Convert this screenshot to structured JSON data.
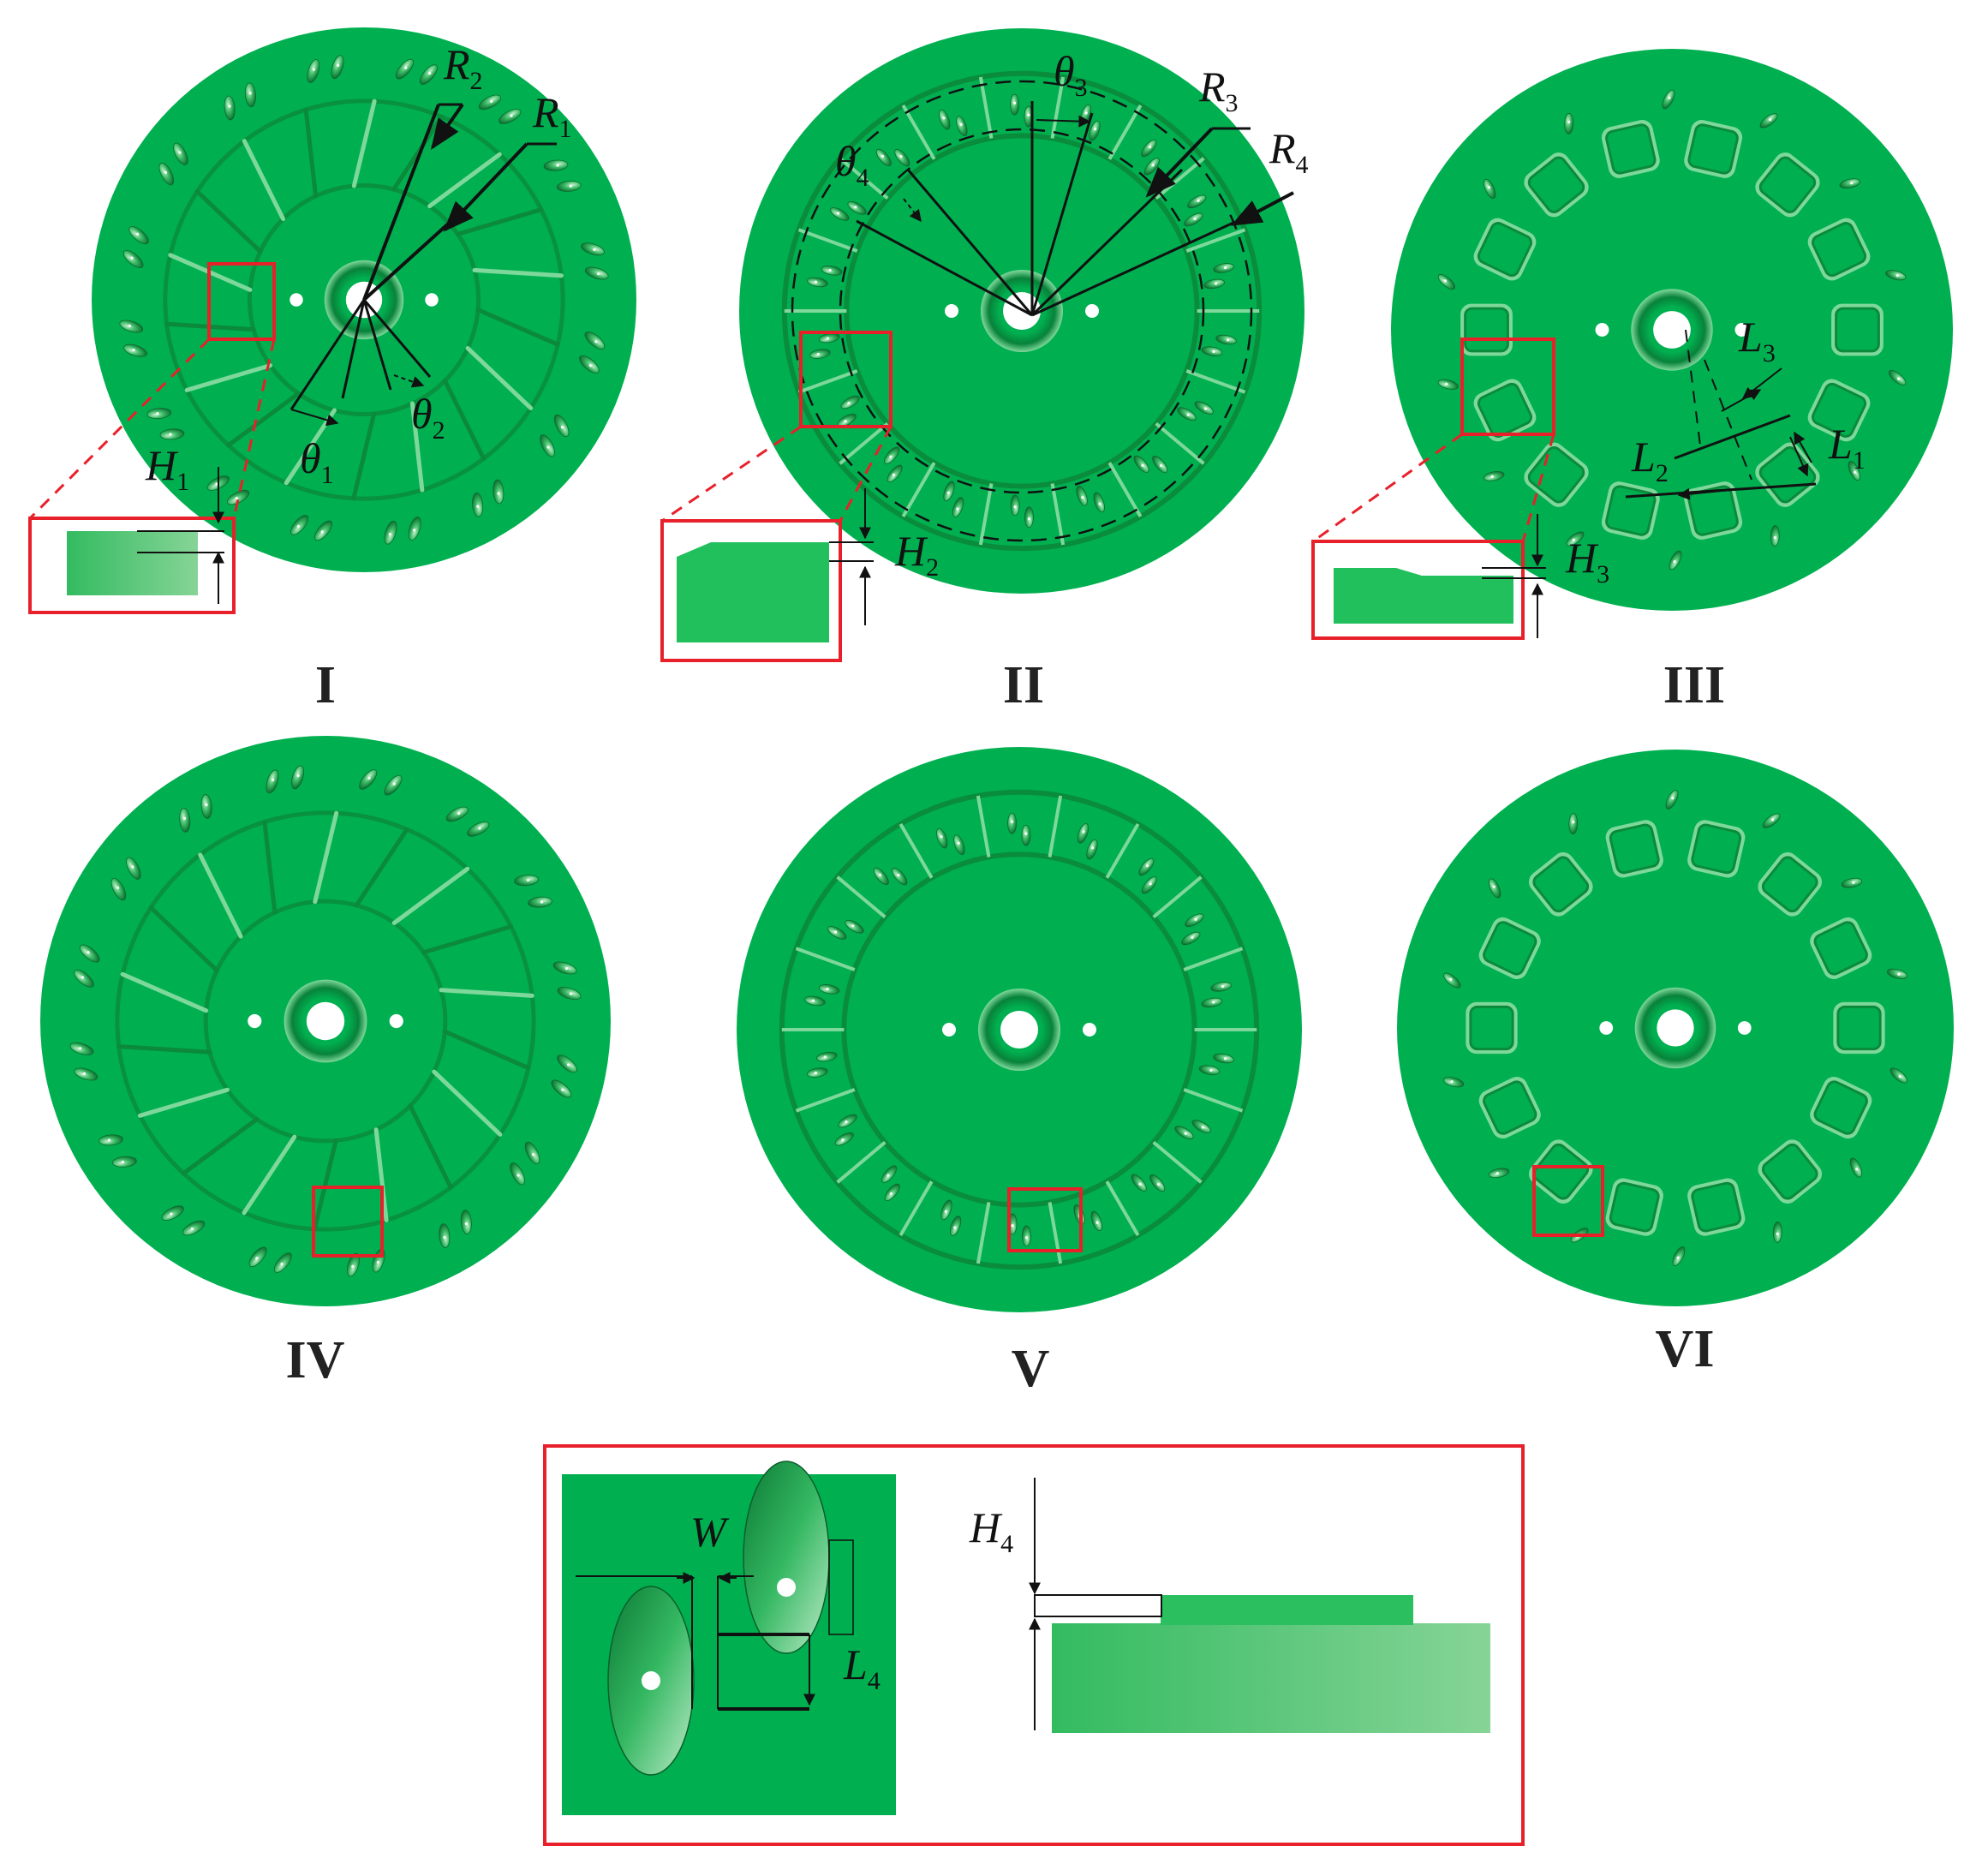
{
  "panels": [
    {
      "id": "I",
      "roman": "I",
      "type": "radial"
    },
    {
      "id": "II",
      "roman": "II",
      "type": "ring"
    },
    {
      "id": "III",
      "roman": "III",
      "type": "pockets"
    },
    {
      "id": "IV",
      "roman": "IV",
      "type": "radial"
    },
    {
      "id": "V",
      "roman": "V",
      "type": "ring"
    },
    {
      "id": "VI",
      "roman": "VI",
      "type": "pockets"
    }
  ],
  "labels": {
    "R": "R",
    "theta": "θ",
    "H": "H",
    "L": "L",
    "W": "W",
    "sub1": "1",
    "sub2": "2",
    "sub3": "3",
    "sub4": "4"
  },
  "colors": {
    "disc": "#00b050",
    "disc_dark": "#0a8a3a",
    "highlight": "#7fd89b",
    "zoom_box": "#e8202a",
    "ink": "#111111",
    "hole": "#ffffff"
  }
}
